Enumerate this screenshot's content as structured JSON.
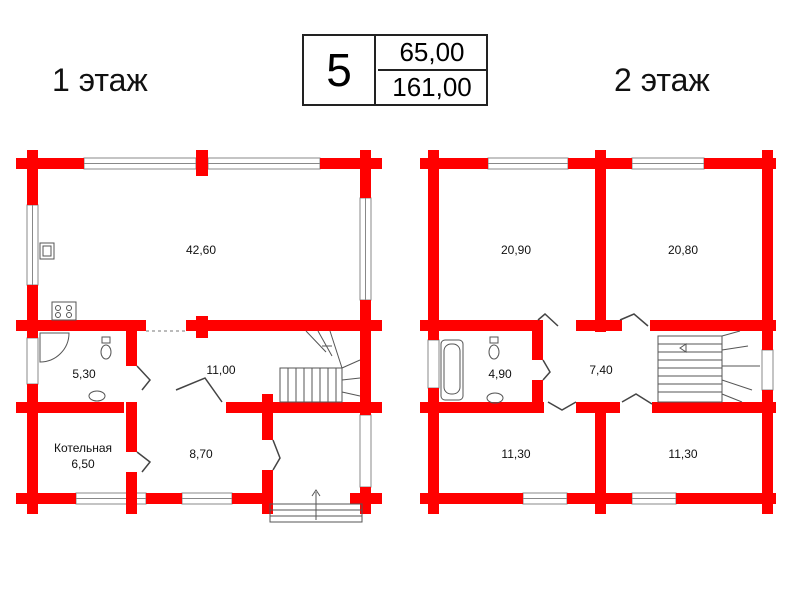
{
  "header": {
    "floor1_title": "1 этаж",
    "floor2_title": "2 этаж",
    "house_number": "5",
    "area_top": "65,00",
    "area_bottom": "161,00"
  },
  "floor1": {
    "rooms": [
      "42,60",
      "5,30",
      "11,00",
      "Котельная",
      "6,50",
      "8,70"
    ]
  },
  "floor2": {
    "rooms": [
      "20,90",
      "20,80",
      "4,90",
      "7,40",
      "11,30",
      "11,30"
    ]
  },
  "colors": {
    "wall": "#ff0000",
    "line": "#555555"
  }
}
